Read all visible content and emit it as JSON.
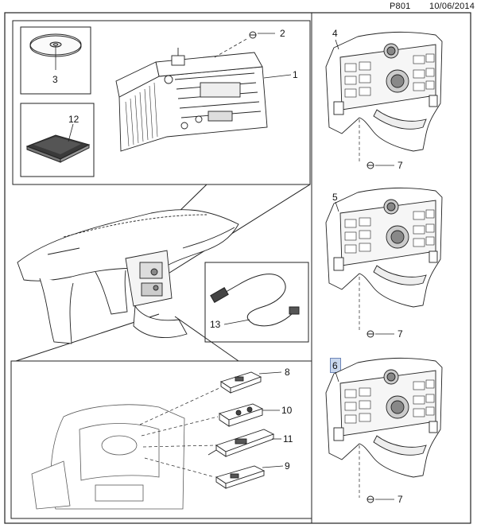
{
  "header": {
    "page_code": "P801",
    "date": "10/06/2014"
  },
  "callouts": {
    "c1": "1",
    "c2": "2",
    "c3": "3",
    "c4": "4",
    "c5": "5",
    "c6": "6",
    "c7a": "7",
    "c7b": "7",
    "c7c": "7",
    "c8": "8",
    "c9": "9",
    "c10": "10",
    "c11": "11",
    "c12": "12",
    "c13": "13"
  },
  "highlight": {
    "selected_callout": "6",
    "color": "#c9d7ee",
    "border_color": "#6d86b7"
  }
}
